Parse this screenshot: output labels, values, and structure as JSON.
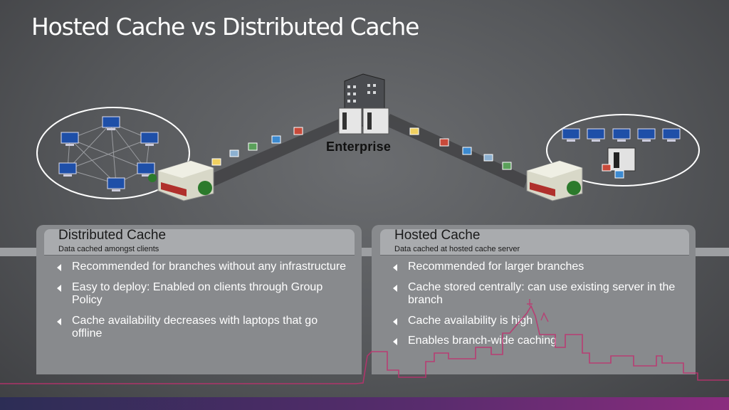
{
  "slide": {
    "title": "Hosted Cache vs Distributed Cache"
  },
  "diagram": {
    "enterprise_label": "Enterprise"
  },
  "distributed": {
    "title": "Distributed Cache",
    "subtitle": "Data cached amongst clients",
    "bullets": [
      "Recommended for branches without any infrastructure",
      "Easy to deploy: Enabled on clients through Group Policy",
      "Cache availability decreases with laptops that go offline"
    ]
  },
  "hosted": {
    "title": "Hosted Cache",
    "subtitle": "Data cached  at hosted cache server",
    "bullets": [
      "Recommended for larger branches",
      "Cache stored centrally: can use existing server in the branch",
      "Cache availability is high",
      "Enables branch-wide caching"
    ]
  },
  "colors": {
    "skyline": "#c0306e",
    "panel": "#888a8d"
  }
}
